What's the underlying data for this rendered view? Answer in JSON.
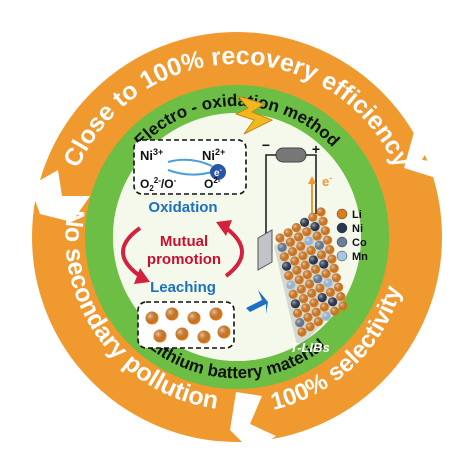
{
  "outer_ring": {
    "top": "Close to 100% recovery efficiency",
    "right": "100% selectivity",
    "left": "No secondary pollution"
  },
  "inner_ring": {
    "top": "Electro - oxidation method",
    "bottom": "Lithium battery material"
  },
  "redox_box": {
    "ni3": "Ni",
    "ni3_sup": "3+",
    "ni2": "Ni",
    "ni2_sup": "2+",
    "electron": "e",
    "electron_sup": "-",
    "o_pair": "O",
    "o_pair_sub": "2",
    "o_pair_sup": "2-",
    "o_pair_rest": "/O",
    "o_pair_rest_sup": "-",
    "o2": "O",
    "o2_sup": "2-"
  },
  "cycle": {
    "top_label": "Oxidation",
    "center_line1": "Mutual",
    "center_line2": "promotion",
    "bottom_label": "Leaching"
  },
  "battery": {
    "minus": "−",
    "plus": "+",
    "electron": "e",
    "electron_sup": "-",
    "label": "T-LIBs"
  },
  "legend": [
    {
      "label": "Li",
      "color": "#e07b1a"
    },
    {
      "label": "Ni",
      "color": "#2a3550"
    },
    {
      "label": "Co",
      "color": "#6b7c96"
    },
    {
      "label": "Mn",
      "color": "#a8c6e2"
    }
  ],
  "colors": {
    "orange": "#f0992f",
    "green": "#6cbe45",
    "inner": "#f4f9ec",
    "blue_text": "#1d6fc0",
    "red_text": "#c8102e"
  },
  "icons": [
    "lightning-icon",
    "wire-icon",
    "electrode-icon",
    "arrow-icon"
  ]
}
